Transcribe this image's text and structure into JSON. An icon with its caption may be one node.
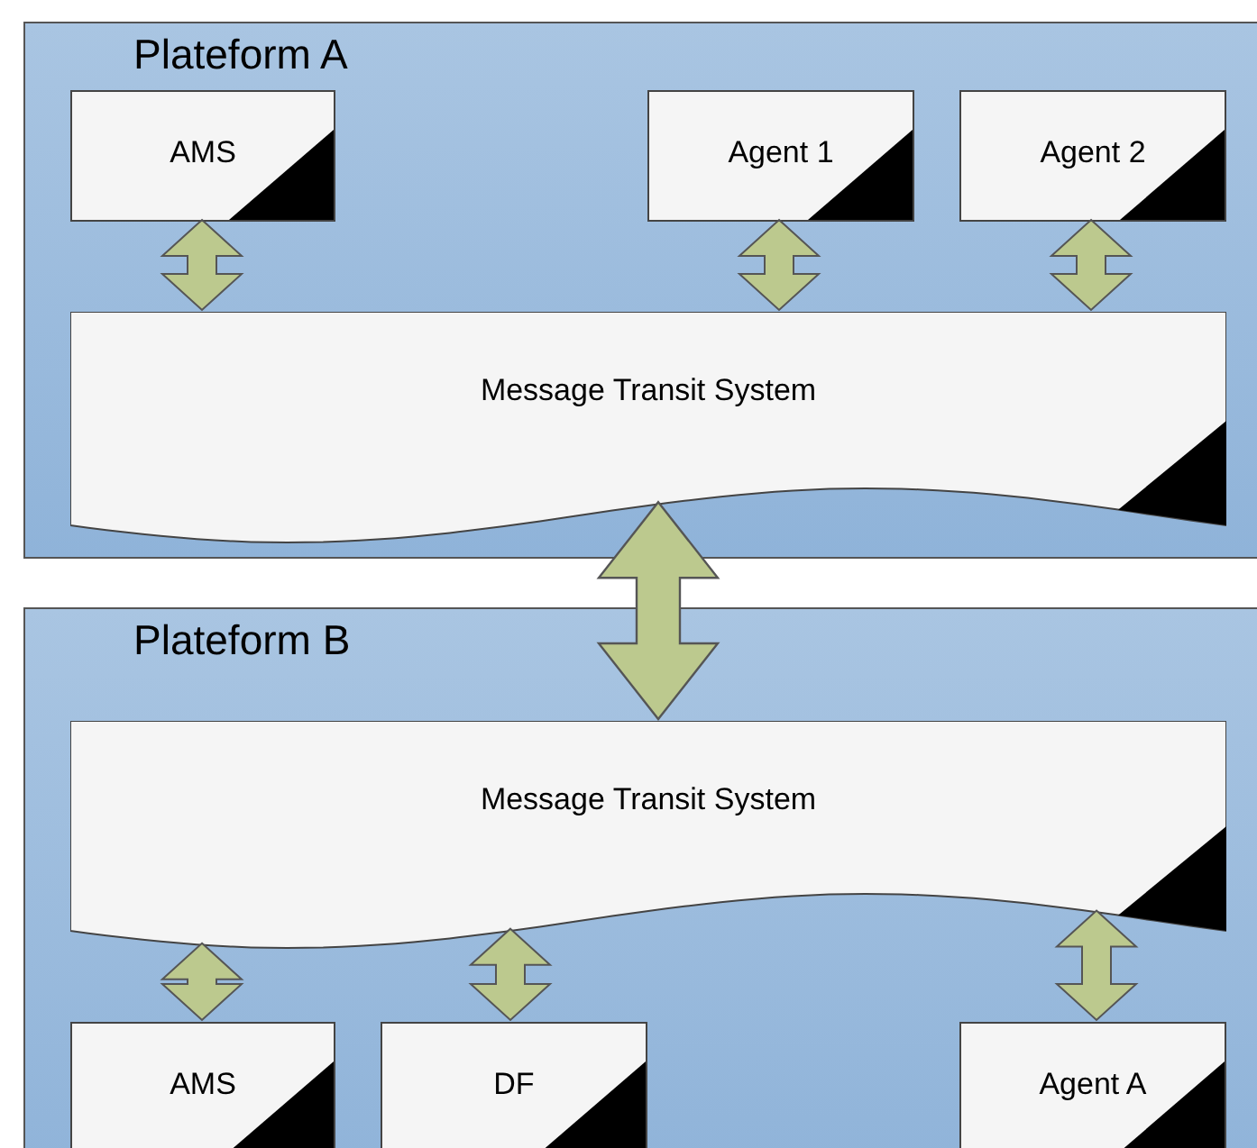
{
  "diagram": {
    "nodes": [
      {
        "text": [
          "Plateform A"
        ]
      },
      {
        "text": [
          "AMS"
        ],
        "in": 0
      },
      {
        "text": [
          "Agent 1"
        ],
        "in": 0
      },
      {
        "text": [
          "Agent 2"
        ],
        "in": 0
      },
      {
        "text": [
          "Message Transit System"
        ],
        "in": 0
      },
      {
        "text": [
          "Plateform B"
        ]
      },
      {
        "text": [
          "Message Transit System"
        ],
        "in": 5
      },
      {
        "text": [
          "AMS"
        ],
        "in": 5
      },
      {
        "text": [
          "DF"
        ],
        "in": 5
      },
      {
        "text": [
          "Agent A"
        ],
        "in": 5
      }
    ],
    "edges": [
      {
        "from": 1,
        "to": 4,
        "arrow": "both"
      },
      {
        "from": 2,
        "to": 4,
        "arrow": "both"
      },
      {
        "from": 3,
        "to": 4,
        "arrow": "both"
      },
      {
        "from": 4,
        "to": 6,
        "arrow": "both",
        "style": "thick"
      },
      {
        "from": 6,
        "to": 7,
        "arrow": "both"
      },
      {
        "from": 6,
        "to": 8,
        "arrow": "both"
      },
      {
        "from": 6,
        "to": 9,
        "arrow": "both"
      }
    ]
  }
}
